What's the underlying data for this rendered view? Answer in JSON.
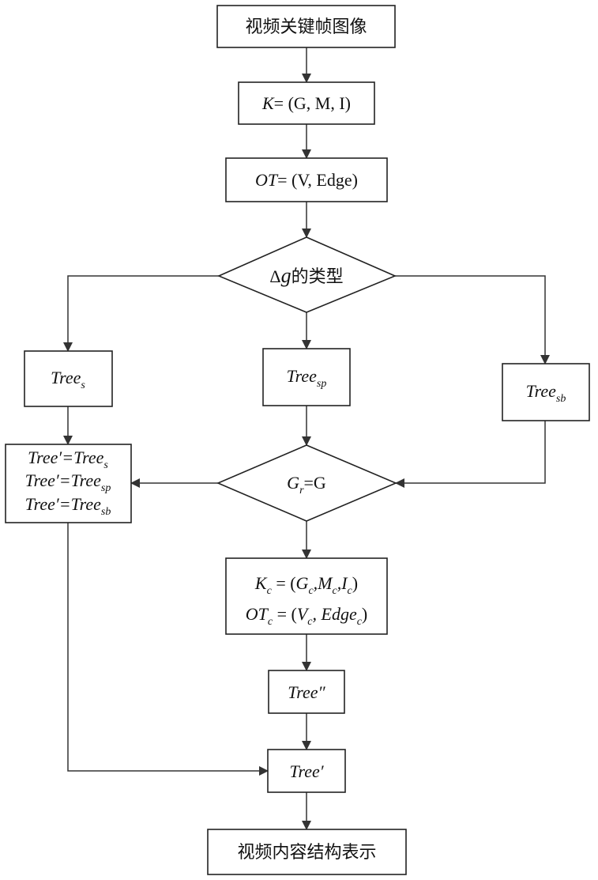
{
  "nodes": {
    "input": "视频关键帧图像",
    "k_def": {
      "lhs": "K",
      "rhs": "= (G, M, I)"
    },
    "ot_def": {
      "lhs": "OT",
      "rhs": "= (V, Edge)"
    },
    "dg_type": {
      "delta": "Δ",
      "var": "g",
      "text": "的类型"
    },
    "tree_s": {
      "base": "Tree",
      "sub": "s"
    },
    "tree_sp": {
      "base": "Tree",
      "sub": "sp"
    },
    "tree_sb": {
      "base": "Tree",
      "sub": "sb"
    },
    "assign": [
      {
        "lhs": "Tree′=Tree",
        "sub": "s"
      },
      {
        "lhs": "Tree′=Tree",
        "sub": "sp"
      },
      {
        "lhs": "Tree′=Tree",
        "sub": "sb"
      }
    ],
    "gr_eq": {
      "g": "G",
      "sub": "r",
      "rhs": "=G"
    },
    "kc_line": {
      "k": "K",
      "k_sub": "c",
      "eq": " = (",
      "g": "G",
      "g_sub": "c",
      "m": ",M",
      "m_sub": "c",
      "i": ",I",
      "i_sub": "c",
      "close": ")"
    },
    "otc_line": {
      "ot": "OT",
      "ot_sub": "c",
      "eq": " = (",
      "v": "V",
      "v_sub": "c",
      "edge": ", Edge",
      "edge_sub": "c",
      "close": ")"
    },
    "tree_dp": "Tree″",
    "tree_p": "Tree′",
    "output": "视频内容结构表示"
  }
}
